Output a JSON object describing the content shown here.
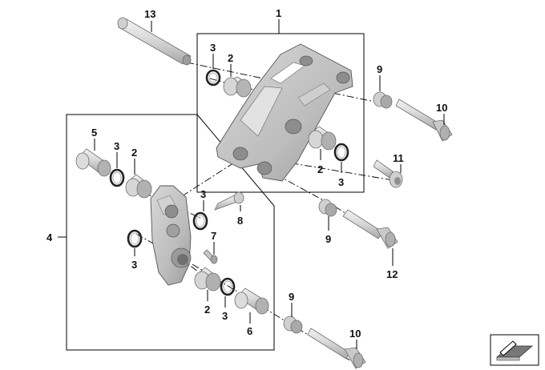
{
  "diagram": {
    "callouts": {
      "c1": "1",
      "c2_top": "2",
      "c3_top": "3",
      "c13": "13",
      "c9_top": "9",
      "c10_top": "10",
      "c11": "11",
      "c2_mid": "2",
      "c3_mid": "3",
      "c4": "4",
      "c5": "5",
      "c3_left": "3",
      "c2_left": "2",
      "c3_center": "3",
      "c8": "8",
      "c7": "7",
      "c3_lower": "3",
      "c9_mid": "9",
      "c12": "12",
      "c2_bottom": "2",
      "c3_bottom": "3",
      "c6": "6",
      "c9_bottom": "9",
      "c10_bottom": "10"
    },
    "colors": {
      "part_light": "#e6e6e6",
      "part_mid": "#c4c4c4",
      "part_dark": "#9a9a9a",
      "line": "#000000"
    },
    "direction_icon": "arrow-pointer-icon"
  }
}
